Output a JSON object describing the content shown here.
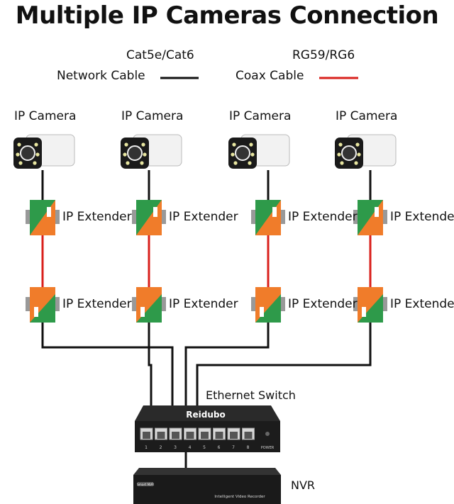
{
  "title": "Multiple IP Cameras Connection",
  "legend": {
    "network": {
      "spec": "Cat5e/Cat6",
      "label": "Network Cable",
      "color": "#111111"
    },
    "coax": {
      "spec": "RG59/RG6",
      "label": "Coax Cable",
      "color": "#d9201c"
    }
  },
  "cameras": [
    {
      "label": "IP Camera",
      "extender_top": "IP Extender",
      "extender_bottom": "IP Extender"
    },
    {
      "label": "IP Camera",
      "extender_top": "IP Extender",
      "extender_bottom": "IP Extender"
    },
    {
      "label": "IP Camera",
      "extender_top": "IP Extender",
      "extender_bottom": "IP Extender"
    },
    {
      "label": "IP Camera",
      "extender_top": "IP Extender",
      "extender_bottom": "IP Extender"
    }
  ],
  "switch": {
    "label": "Ethernet Switch",
    "brand": "Reidubo",
    "ports": [
      "1",
      "2",
      "3",
      "4",
      "5",
      "6",
      "7",
      "8"
    ],
    "power": "POWER"
  },
  "nvr": {
    "label": "NVR",
    "badge": "Smart NVR",
    "caption": "Intelligent Video Recorder"
  }
}
